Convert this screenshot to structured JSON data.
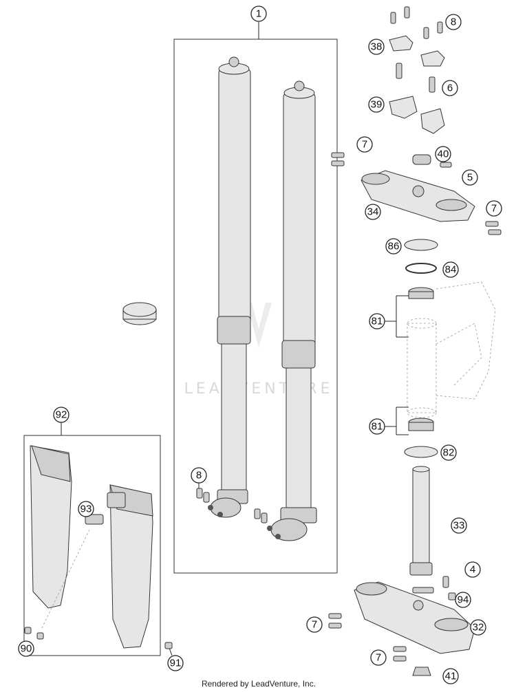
{
  "diagram": {
    "callouts": {
      "c1": "1",
      "c8_top": "8",
      "c38": "38",
      "c6": "6",
      "c39": "39",
      "c7_top": "7",
      "c40": "40",
      "c5": "5",
      "c34": "34",
      "c7_right": "7",
      "c86": "86",
      "c84": "84",
      "c81_top": "81",
      "c81_bottom": "81",
      "c82": "82",
      "c92": "92",
      "c8_fork": "8",
      "c93": "93",
      "c33": "33",
      "c4": "4",
      "c94": "94",
      "c7_lower": "7",
      "c32": "32",
      "c7_bottom": "7",
      "c41": "41",
      "c90": "90",
      "c91": "91"
    },
    "watermark": "LEADVENTURE",
    "footer": "Rendered by LeadVenture, Inc."
  }
}
